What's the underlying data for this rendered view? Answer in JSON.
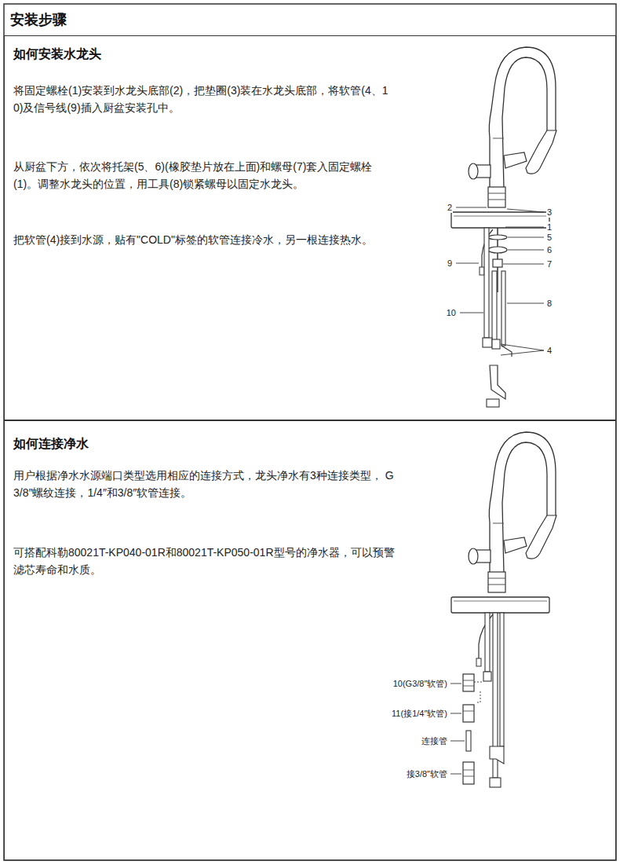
{
  "diagram": {
    "title": "安装步骤",
    "nodes": [
      {
        "text": [
          "如何安装水龙头",
          "将固定螺栓(1)安装到水龙头底部(2)，把垫圈(3)装在水龙头底部，将软管(4、10)及信号线(9)插入厨盆安装孔中。",
          "从厨盆下方，依次将托架(5、6)(橡胶垫片放在上面)和螺母(7)套入固定螺栓(1)。调整水龙头的位置，用工具(8)锁紧螺母以固定水龙头。",
          "把软管(4)接到水源，贴有\"COLD\"标签的软管连接冷水，另一根连接热水。"
        ]
      },
      {
        "text": [
          "如何连接净水",
          "用户根据净水水源端口类型选用相应的连接方式，龙头净水有3种连接类型， G3/8″螺纹连接，1/4″和3/8″软管连接。",
          "可搭配科勒80021T-KP040-01R和80021T-KP050-01R型号的净水器，可以预警滤芯寿命和水质。"
        ]
      }
    ],
    "labels": [
      "2",
      "3",
      "1",
      "5",
      "6",
      "9",
      "7",
      "8",
      "10",
      "4",
      "10(G3/8″软管)",
      "11(接1/4″软管)",
      "连接管",
      "接3/8″软管"
    ]
  }
}
